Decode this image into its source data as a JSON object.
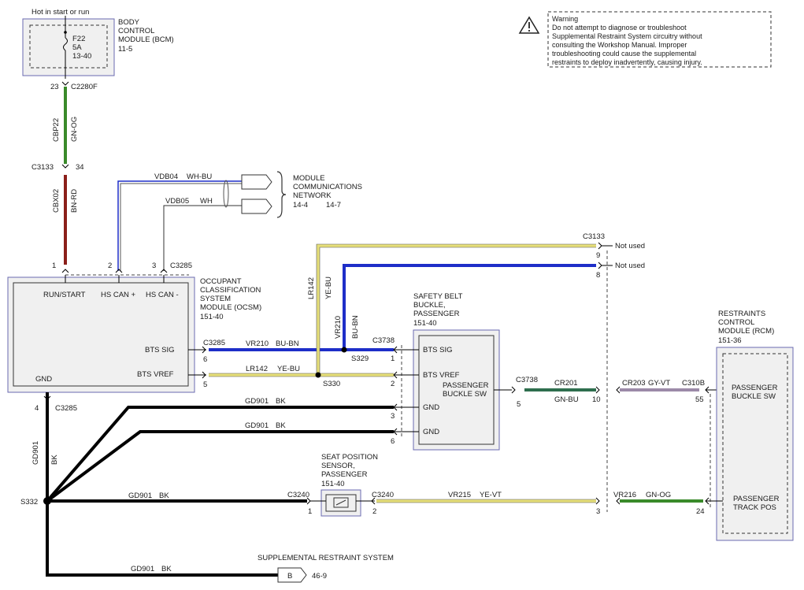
{
  "warning": {
    "title": "Warning",
    "lines": [
      "Do not attempt to diagnose or troubleshoot",
      "Supplemental Restraint System circuitry without",
      "consulting the Workshop Manual. Improper",
      "troubleshooting could cause the supplemental",
      "restraints to deploy inadvertently, causing injury."
    ]
  },
  "hot_label": "Hot in start or run",
  "bcm": {
    "name_lines": [
      "BODY",
      "CONTROL",
      "MODULE (BCM)",
      "11-5"
    ],
    "fuse": "F22",
    "fuse_amp": "5A",
    "fuse_ref": "13-40",
    "pin": "23",
    "connector": "C2280F"
  },
  "wire_cbp22": {
    "circuit": "CBP22",
    "color": "GN-OG"
  },
  "c3133_top": {
    "connector": "C3133",
    "pin": "34"
  },
  "wire_cbx02": {
    "circuit": "CBX02",
    "color": "BN-RD"
  },
  "network": {
    "vdb04": "VDB04",
    "vdb04_color": "WH-BU",
    "vdb05": "VDB05",
    "vdb05_color": "WH",
    "name_lines": [
      "MODULE",
      "COMMUNICATIONS",
      "NETWORK"
    ],
    "ref1": "14-4",
    "ref2": "14-7"
  },
  "ocsm": {
    "pin1": "1",
    "pin2": "2",
    "pin3": "3",
    "connector_top": "C3285",
    "name_lines": [
      "OCCUPANT",
      "CLASSIFICATION",
      "SYSTEM",
      "MODULE (OCSM)",
      "151-40"
    ],
    "run_start": "RUN/START",
    "hs_can_plus": "HS CAN +",
    "hs_can_minus": "HS CAN -",
    "bts_sig": "BTS SIG",
    "bts_vref": "BTS VREF",
    "gnd": "GND",
    "c3285_a": "C3285",
    "pin6": "6",
    "pin5": "5",
    "pin4": "4",
    "c3285_b": "C3285"
  },
  "bts_sig_wire": {
    "circuit": "VR210",
    "color": "BU-BN"
  },
  "bts_vref_wire": {
    "circuit": "LR142",
    "color": "YE-BU"
  },
  "splices": {
    "s329": "S329",
    "s330": "S330",
    "s332": "S332"
  },
  "vertical_wires": {
    "lr142": "LR142",
    "lr142_color": "YE-BU",
    "vr210": "VR210",
    "vr210_color": "BU-BN"
  },
  "c3133_right": {
    "connector": "C3133",
    "pin9": "9",
    "pin8": "8",
    "not_used1": "Not used",
    "not_used2": "Not used"
  },
  "buckle": {
    "name_lines": [
      "SAFETY BELT",
      "BUCKLE,",
      "PASSENGER",
      "151-40"
    ],
    "connector": "C3738",
    "bts_sig": "BTS SIG",
    "bts_vref": "BTS VREF",
    "gnd1": "GND",
    "gnd2": "GND",
    "sw_line1": "PASSENGER",
    "sw_line2": "BUCKLE SW",
    "pin1": "1",
    "pin2": "2",
    "pin3": "3",
    "pin6": "6",
    "c3738_out": "C3738",
    "pin5": "5"
  },
  "ground_wires": {
    "gd901": "GD901",
    "bk": "BK"
  },
  "cr201": {
    "circuit": "CR201",
    "color": "GN-BU",
    "pin": "10"
  },
  "cr203": {
    "circuit": "CR203",
    "color": "GY-VT",
    "connector": "C310B",
    "pin": "55"
  },
  "rcm": {
    "name_lines": [
      "RESTRAINTS",
      "CONTROL",
      "MODULE (RCM)",
      "151-36"
    ],
    "sw_line1": "PASSENGER",
    "sw_line2": "BUCKLE SW",
    "track_line1": "PASSENGER",
    "track_line2": "TRACK POS",
    "pin24": "24"
  },
  "seat_sensor": {
    "name_lines": [
      "SEAT POSITION",
      "SENSOR,",
      "PASSENGER",
      "151-40"
    ],
    "c3240_left": "C3240",
    "pin1": "1",
    "c3240_right": "C3240",
    "pin2": "2"
  },
  "vr215": {
    "circuit": "VR215",
    "color": "YE-VT",
    "pin": "3"
  },
  "vr216": {
    "circuit": "VR216",
    "color": "GN-OG"
  },
  "srs": {
    "label": "SUPPLEMENTAL RESTRAINT SYSTEM",
    "connector": "B",
    "ref": "46-9"
  },
  "colors": {
    "green": "#3a8a2a",
    "red": "#8b1f1a",
    "blue": "#1e2ec8",
    "yellow": "#e6df7a",
    "gray_violet": "#9c8aa8",
    "black": "#000000",
    "box": "#f0f0f0",
    "box_border": "#6a6ab0"
  }
}
